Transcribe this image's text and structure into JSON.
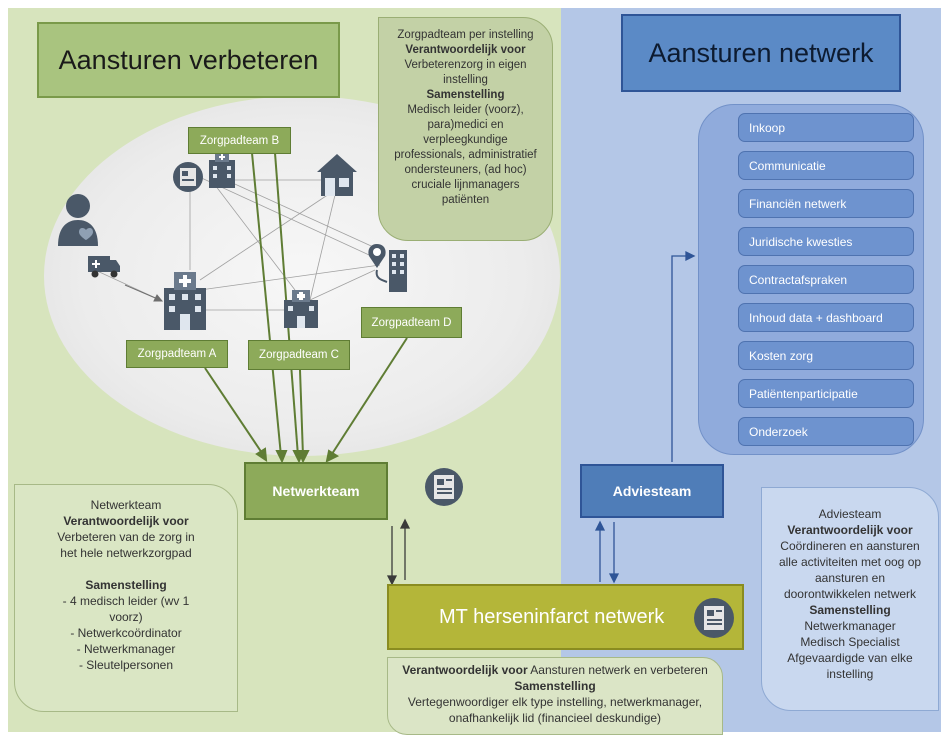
{
  "left": {
    "title": "Aansturen verbeteren",
    "teams": {
      "a": "Zorgpadteam A",
      "b": "Zorgpadteam B",
      "c": "Zorgpadteam C",
      "d": "Zorgpadteam D"
    },
    "network_team": "Netwerkteam",
    "zorgpad_note": {
      "l1": "Zorgpadteam per instelling",
      "l2": "Verantwoordelijk voor",
      "l3": "Verbeterenzorg in eigen",
      "l4": "instelling",
      "l5": "Samenstelling",
      "l6": "Medisch leider (voorz),",
      "l7": "para)medici en",
      "l8": "verpleegkundige",
      "l9": "professionals, administratief",
      "l10": "ondersteuners, (ad hoc)",
      "l11": "cruciale lijnmanagers",
      "l12": "patiënten"
    },
    "netwerk_note": {
      "l1": "Netwerkteam",
      "l2": "Verantwoordelijk voor",
      "l3": "Verbeteren  van de zorg in",
      "l4": "het hele netwerkzorgpad",
      "l5": "Samenstelling",
      "l6": "-   4 medisch leider (wv 1",
      "l7": "voorz)",
      "l8": "-   Netwerkcoördinator",
      "l9": "-   Netwerkmanager",
      "l10": "-   Sleutelpersonen"
    }
  },
  "right": {
    "title": "Aansturen netwerk",
    "advice_team": "Adviesteam",
    "list": [
      "Inkoop",
      "Communicatie",
      "Financiën netwerk",
      "Juridische kwesties",
      "Contractafspraken",
      "Inhoud data + dashboard",
      "Kosten zorg",
      "Patiëntenparticipatie",
      "Onderzoek"
    ],
    "advies_note": {
      "l1": "Adviesteam",
      "l2": "Verantwoordelijk voor",
      "l3": "Coördineren en aansturen",
      "l4": "alle activiteiten met oog op",
      "l5": "aansturen en",
      "l6": "doorontwikkelen netwerk",
      "l7": "Samenstelling",
      "l8": "Netwerkmanager",
      "l9": "Medisch Specialist",
      "l10": "Afgevaardigde van elke",
      "l11": "instelling"
    }
  },
  "bottom": {
    "mt_title": "MT herseninfarct netwerk",
    "mt_note": {
      "l1b": "Verantwoordelijk voor",
      "l1": " Aansturen netwerk  en verbeteren",
      "l2": "Samenstelling",
      "l3": "Vertegenwoordiger elk type instelling, netwerkmanager,",
      "l4": "onafhankelijk lid (financieel deskundige)"
    }
  },
  "colors": {
    "left_panel": "#d7e4bd",
    "right_panel": "#b4c7e7",
    "green_team": "#8daa5a",
    "blue_team": "#4f7db8",
    "mt": "#b4b639"
  },
  "icons": [
    "patient-icon",
    "ambulance-icon",
    "hospital-icon",
    "clinic-icon",
    "house-icon",
    "location-building-icon",
    "report-icon"
  ]
}
